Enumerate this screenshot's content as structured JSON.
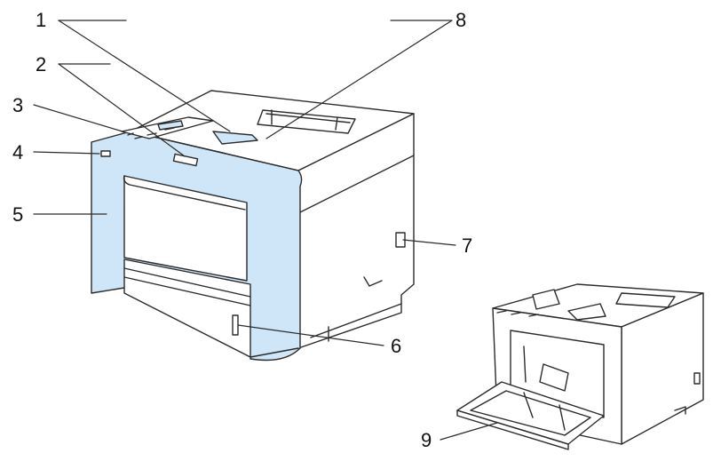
{
  "callouts": [
    {
      "id": "c1",
      "number": "1"
    },
    {
      "id": "c2",
      "number": "2"
    },
    {
      "id": "c3",
      "number": "3"
    },
    {
      "id": "c4",
      "number": "4"
    },
    {
      "id": "c5",
      "number": "5"
    },
    {
      "id": "c6",
      "number": "6"
    },
    {
      "id": "c7",
      "number": "7"
    },
    {
      "id": "c8",
      "number": "8"
    },
    {
      "id": "c9",
      "number": "9"
    }
  ],
  "colors": {
    "panel_blue": "#cfe6f8",
    "outline": "#2b2b2b",
    "body": "#ffffff"
  }
}
